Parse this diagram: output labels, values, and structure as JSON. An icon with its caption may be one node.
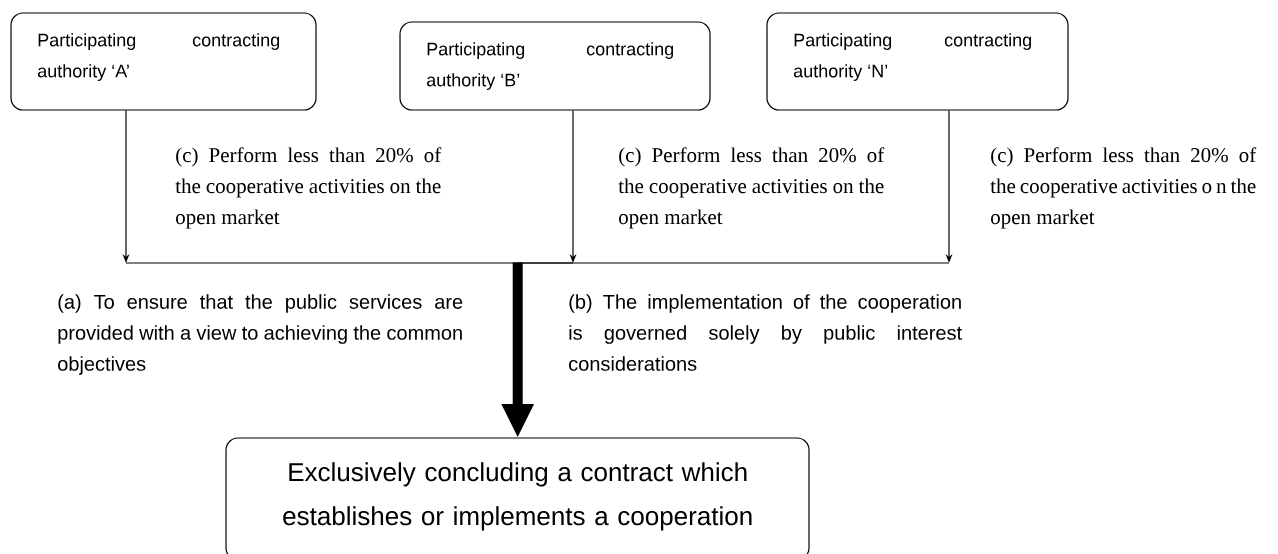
{
  "diagram": {
    "nodes": [
      {
        "text": [
          "Participating contracting authority ‘A’"
        ]
      },
      {
        "text": [
          "Participating contracting authority ‘B’"
        ]
      },
      {
        "text": [
          "Participating contracting authority ‘N’"
        ]
      },
      {
        "text": [
          "Exclusively concluding a contract which establishes or implements a cooperation"
        ]
      }
    ],
    "edges": [
      {
        "from": 0,
        "to": 3,
        "arrow": "to",
        "label": "(c) Perform less than 20% of the cooperative activities on the open market"
      },
      {
        "from": 1,
        "to": 3,
        "arrow": "to",
        "label": "(c) Perform less than 20% of the cooperative activities on the open market"
      },
      {
        "from": 2,
        "to": 3,
        "arrow": "to",
        "label": "(c) Perform less than 20% of the cooperative activities o n the open market"
      }
    ],
    "labels": [
      "(a) To ensure that the public services are provided with a view to achieving the common objectives",
      "(b) The implementation of the cooperation is governed solely by public interest considerations"
    ]
  }
}
